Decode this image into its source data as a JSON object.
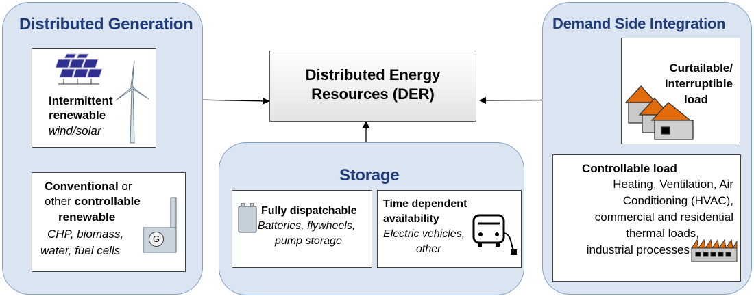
{
  "distributed_generation": {
    "title": "Distributed Generation",
    "intermittent": {
      "line1": "Intermittent",
      "line2": "renewable",
      "sub": "wind/solar"
    },
    "conventional": {
      "line1_bold": "Conventional",
      "line1_rest": " or",
      "line2_plain": "other ",
      "line2_bold": "controllable",
      "line3": "renewable",
      "line4": "CHP, biomass,",
      "line5": "water, fuel cells",
      "generator_symbol": "G"
    }
  },
  "der": {
    "line1": "Distributed Energy",
    "line2": "Resources (DER)"
  },
  "storage": {
    "title": "Storage",
    "fully_dispatchable": {
      "title": "Fully dispatchable",
      "line1": "Batteries, flywheels,",
      "line2": "pump storage"
    },
    "time_dependent": {
      "line1": "Time dependent",
      "line2": "availability",
      "line3": "Electric vehicles,",
      "line4": "other"
    }
  },
  "demand_side": {
    "title": "Demand Side Integration",
    "curtailable": {
      "line1": "Curtailable/",
      "line2": "Interruptible",
      "line3": "load"
    },
    "controllable": {
      "title": "Controllable load",
      "line1": "Heating, Ventilation, Air",
      "line2": "Conditioning (HVAC),",
      "line3": "commercial and residential",
      "line4": "thermal loads,",
      "line5": "industrial processes"
    }
  },
  "colors": {
    "panel_fill": "#dbe5f1",
    "panel_border": "#7f9fc4",
    "title_text": "#1f3d7a",
    "house_roof": "#e36c0a"
  }
}
